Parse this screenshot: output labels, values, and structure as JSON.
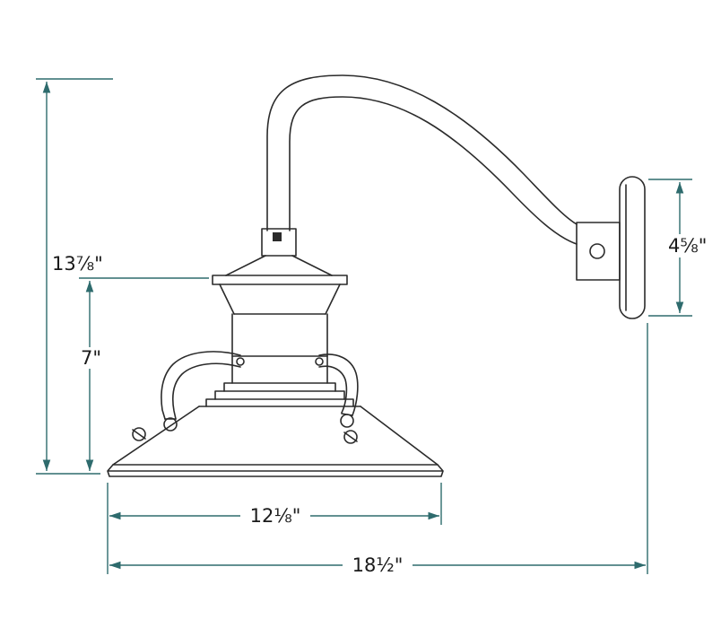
{
  "title": "Wall-mounted gooseneck light fixture dimensional drawing",
  "colors": {
    "background": "#ffffff",
    "drawing_line": "#2b2b2b",
    "dimension_line": "#2e6b6d",
    "label_text": "#1a1a1a"
  },
  "labels": {
    "overall_height": "13⅞\"",
    "fixture_height": "7\"",
    "backplate_height": "4⅝\"",
    "shade_diameter": "12⅛\"",
    "overall_depth": "18½\""
  }
}
